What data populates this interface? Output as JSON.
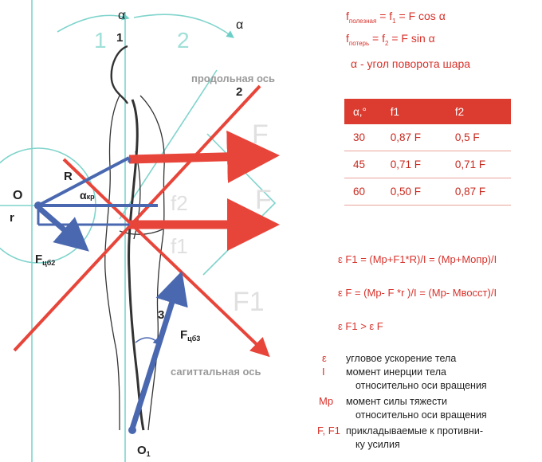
{
  "formulas": {
    "f_useful": {
      "f": "f",
      "sub": "полезная",
      "rest": " = f",
      "sub2": "1",
      "rest2": " =  F cos α"
    },
    "f_loss": {
      "f": "f",
      "sub": "потерь",
      "rest": " = f",
      "sub2": "2",
      "rest2": " =  F sin α"
    },
    "alpha_def": "α  - угол поворота шара",
    "eps1": "ε F1 = (Mp+F1*R)/I = (Mp+Mопр)/I",
    "eps2": "ε F = (Mp- F *r )/I = (Mp- Mвосст)/I",
    "eps3": "ε F1  >  ε F"
  },
  "table": {
    "headers": [
      "α,°",
      "f1",
      "f2"
    ],
    "rows": [
      [
        "30",
        "0,87 F",
        "0,5 F"
      ],
      [
        "45",
        "0,71 F",
        "0,71 F"
      ],
      [
        "60",
        "0,50 F",
        "0,87 F"
      ]
    ]
  },
  "legend": [
    {
      "symbol": "ε",
      "text": "угловое ускорение тела"
    },
    {
      "symbol": "I",
      "text": "момент инерции тела"
    },
    {
      "symbol": "",
      "text": "относительно оси вращения"
    },
    {
      "symbol": "Mp",
      "text": "момент силы тяжести"
    },
    {
      "symbol": "",
      "text": "относительно оси вращения"
    },
    {
      "symbol": "F, F1",
      "text": "прикладываемые к противни-"
    },
    {
      "symbol": "",
      "text": "ку усилия"
    }
  ],
  "diagram_labels": {
    "alpha_top": "α",
    "alpha_right": "α",
    "arc1": "1",
    "arc1_big": "1",
    "arc2_big": "2",
    "axis_long": "продольная ось",
    "axis_long_num": "2",
    "axis_sag": "сагиттальная ось",
    "point_O": "O",
    "point_r": "r",
    "point_R": "R",
    "alpha_kr": "αкр",
    "F_cb2": "Fцб2",
    "F_cb3": "Fцб3",
    "num3": "3",
    "O1": "O1",
    "F_big1": "F",
    "F_big2": "F",
    "f2": "f2",
    "f1": "f1",
    "F1_big": "F1"
  },
  "colors": {
    "red": "#e8453a",
    "blue": "#4a68b0",
    "teal": "#6ccfc7",
    "text_red": "#d8322b"
  }
}
